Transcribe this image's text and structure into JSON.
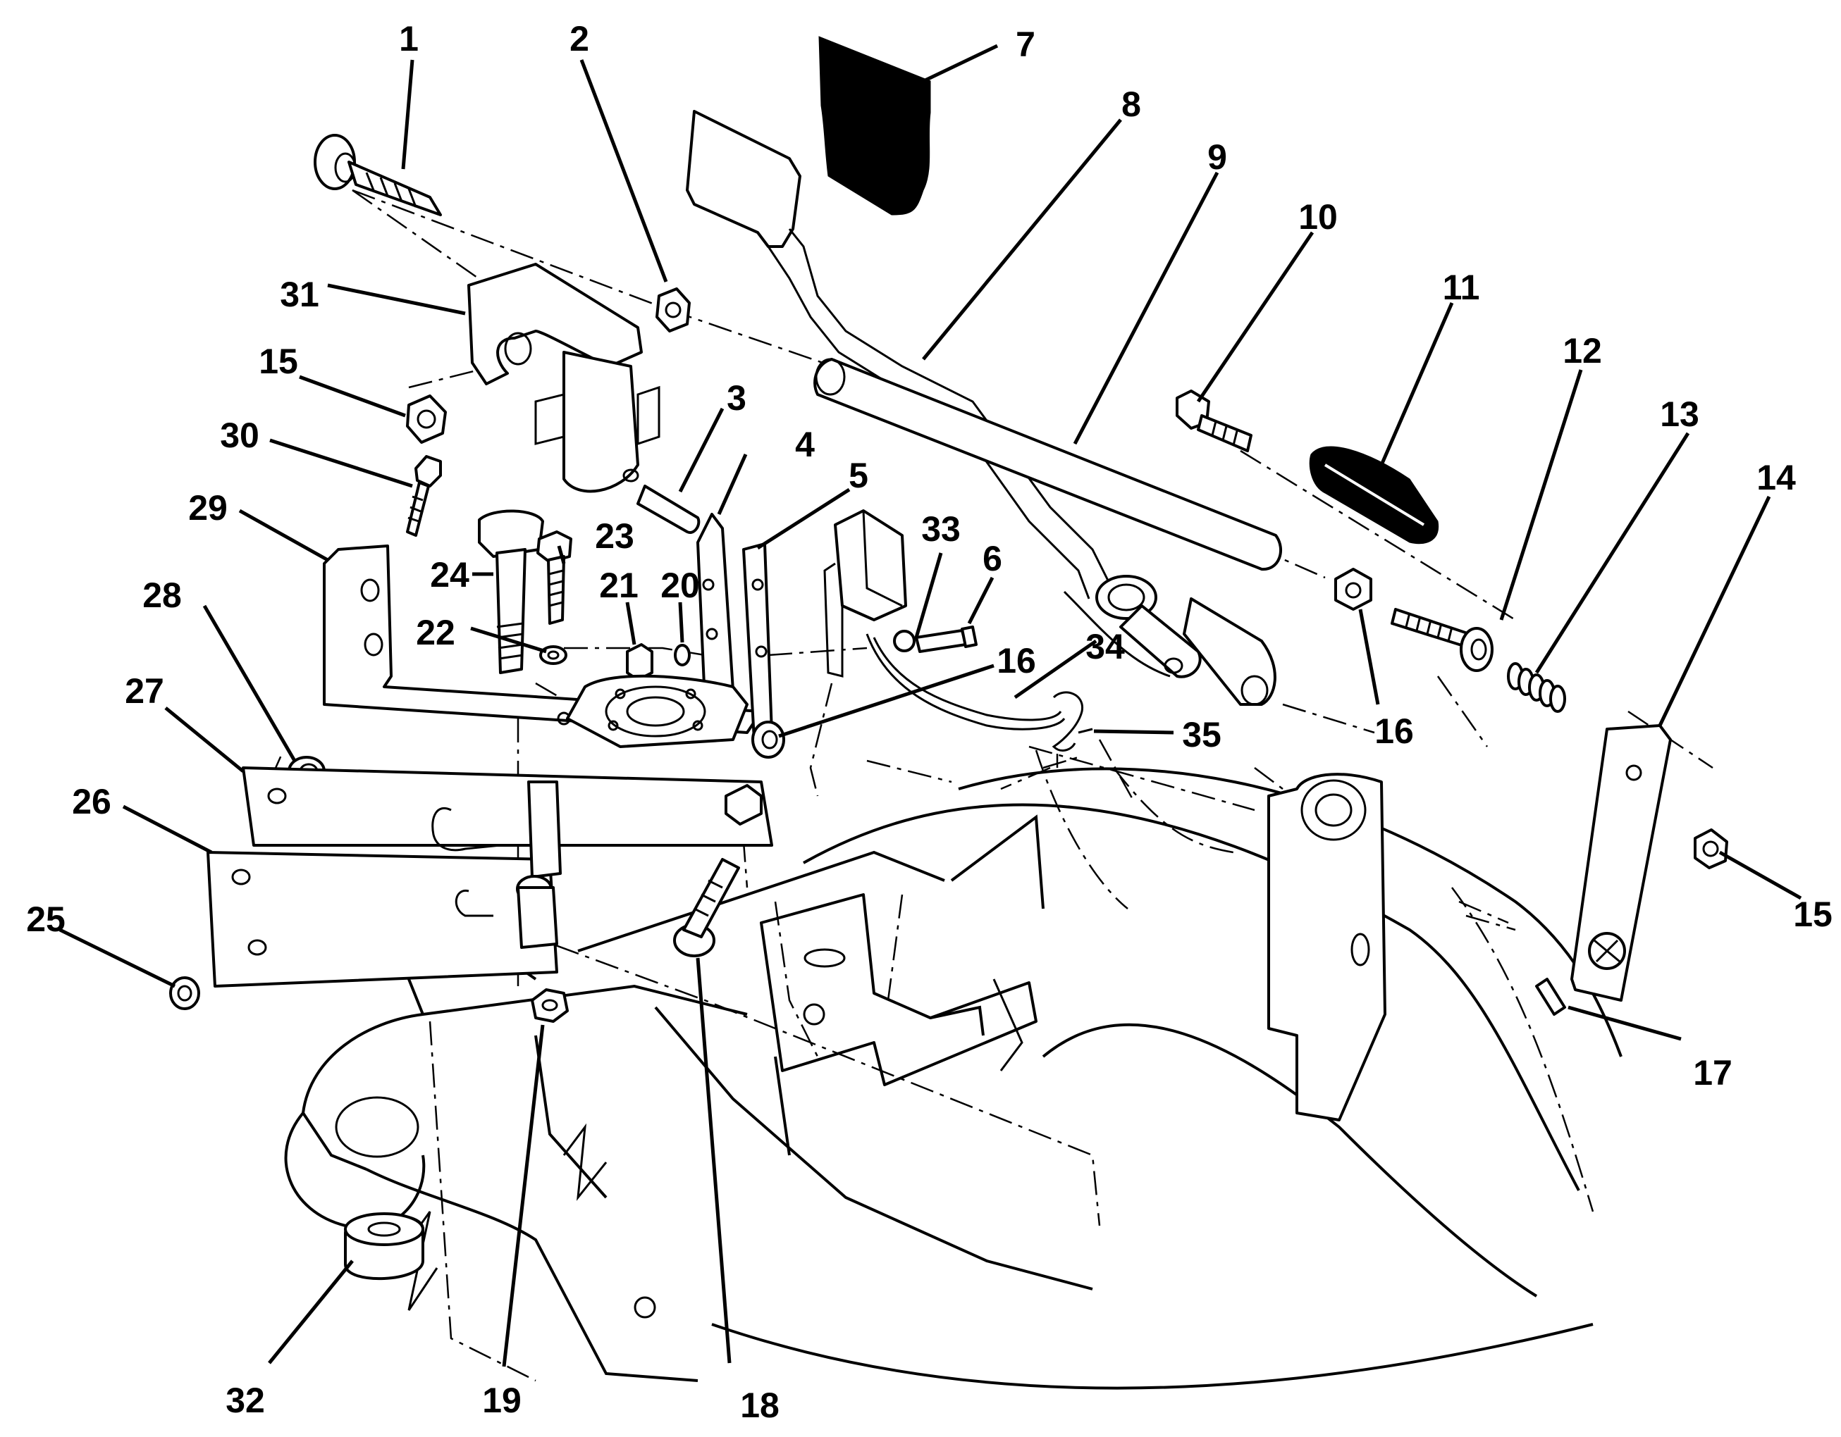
{
  "diagram": {
    "callouts": [
      {
        "id": "1",
        "label": "1"
      },
      {
        "id": "2",
        "label": "2"
      },
      {
        "id": "3",
        "label": "3"
      },
      {
        "id": "4",
        "label": "4"
      },
      {
        "id": "5",
        "label": "5"
      },
      {
        "id": "6",
        "label": "6"
      },
      {
        "id": "7",
        "label": "7"
      },
      {
        "id": "8",
        "label": "8"
      },
      {
        "id": "9",
        "label": "9"
      },
      {
        "id": "10",
        "label": "10"
      },
      {
        "id": "11",
        "label": "11"
      },
      {
        "id": "12",
        "label": "12"
      },
      {
        "id": "13",
        "label": "13"
      },
      {
        "id": "14",
        "label": "14"
      },
      {
        "id": "15a",
        "label": "15"
      },
      {
        "id": "15b",
        "label": "15"
      },
      {
        "id": "16a",
        "label": "16"
      },
      {
        "id": "16b",
        "label": "16"
      },
      {
        "id": "17",
        "label": "17"
      },
      {
        "id": "18",
        "label": "18"
      },
      {
        "id": "19",
        "label": "19"
      },
      {
        "id": "20",
        "label": "20"
      },
      {
        "id": "21",
        "label": "21"
      },
      {
        "id": "22",
        "label": "22"
      },
      {
        "id": "23",
        "label": "23"
      },
      {
        "id": "24",
        "label": "24"
      },
      {
        "id": "25",
        "label": "25"
      },
      {
        "id": "26",
        "label": "26"
      },
      {
        "id": "27",
        "label": "27"
      },
      {
        "id": "28",
        "label": "28"
      },
      {
        "id": "29",
        "label": "29"
      },
      {
        "id": "30",
        "label": "30"
      },
      {
        "id": "31",
        "label": "31"
      },
      {
        "id": "32",
        "label": "32"
      },
      {
        "id": "33",
        "label": "33"
      },
      {
        "id": "34",
        "label": "34"
      },
      {
        "id": "35",
        "label": "35"
      }
    ]
  }
}
